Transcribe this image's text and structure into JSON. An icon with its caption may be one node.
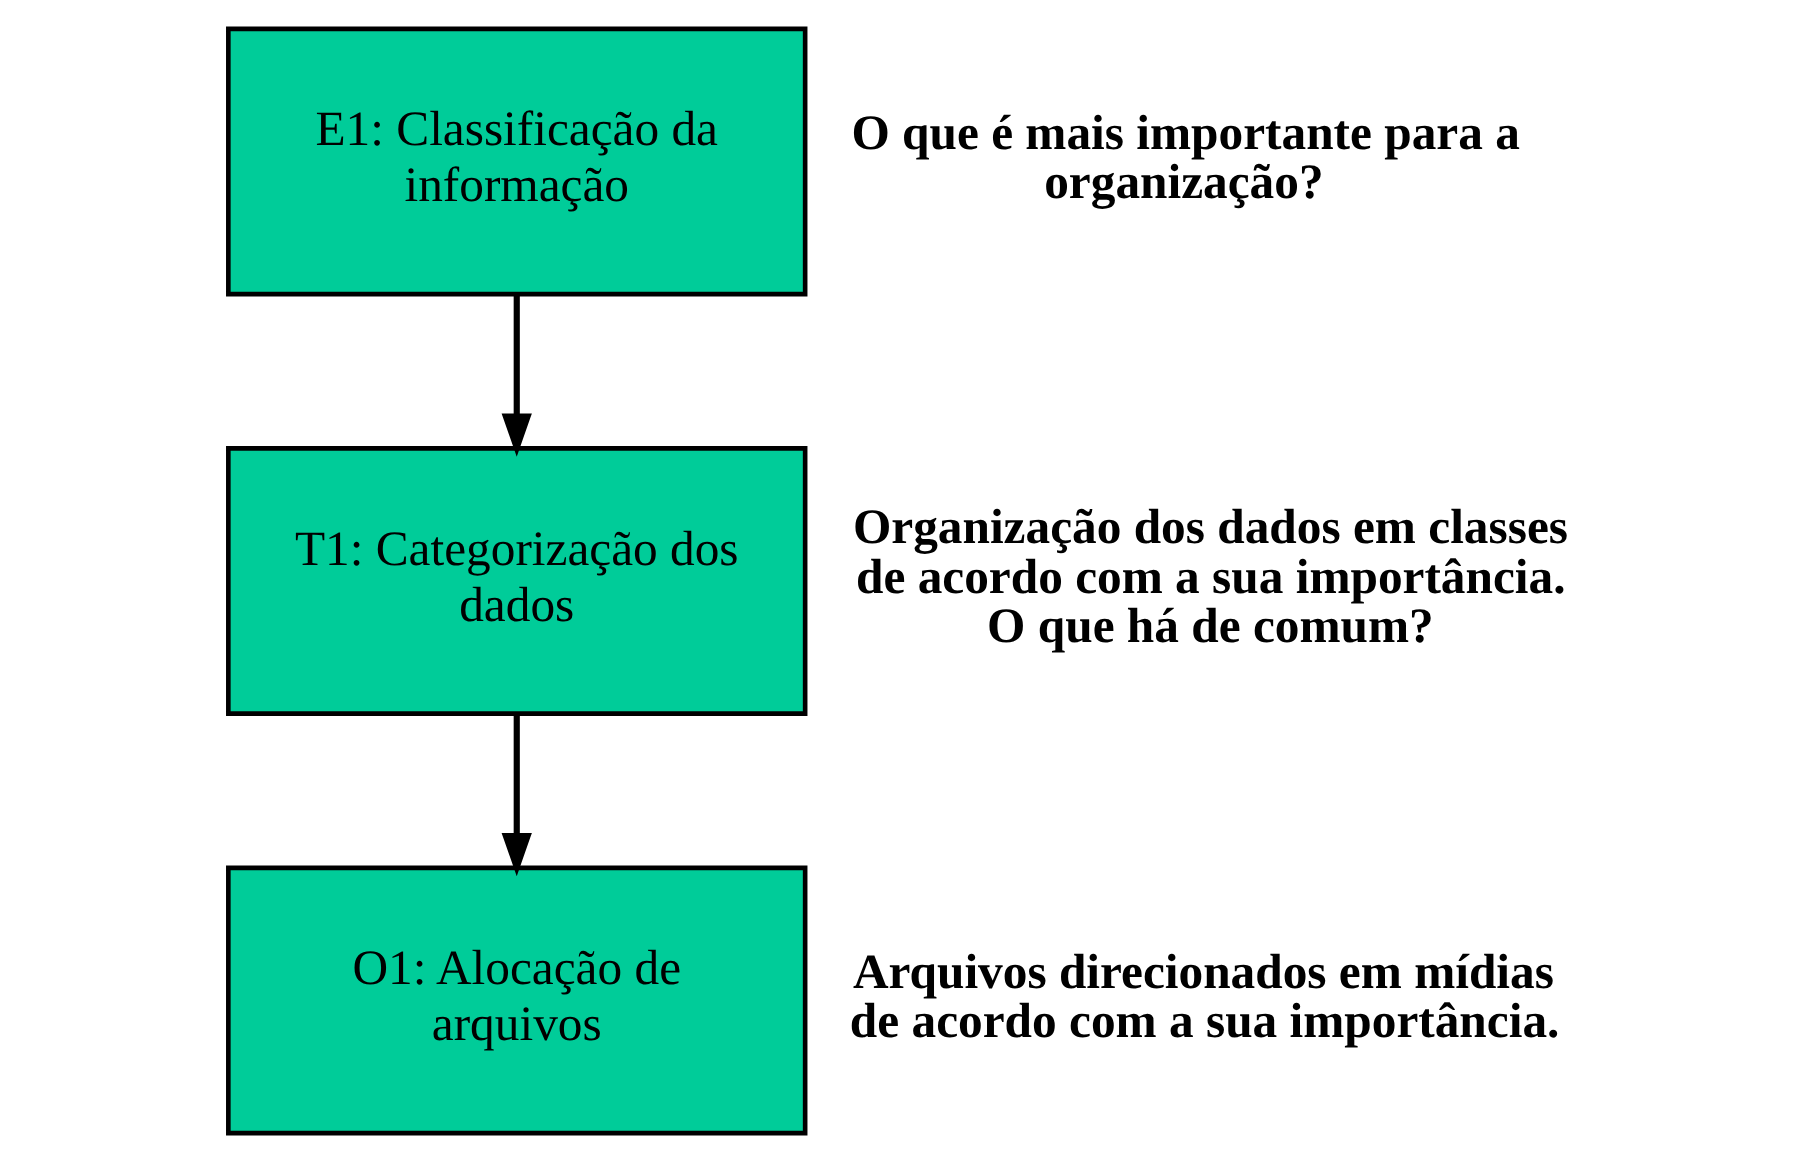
{
  "diagram": {
    "nodes": [
      {
        "text": [
          "E1: Classificação da informação"
        ],
        "beside": [
          "O que é mais importante para a organização?"
        ]
      },
      {
        "text": [
          "T1: Categorização dos dados"
        ],
        "beside": [
          "Organização dos dados em classes de acordo com a sua importância. O que há de comum?"
        ]
      },
      {
        "text": [
          "O1: Alocação de arquivos"
        ],
        "beside": [
          "Arquivos direcionados em mídias de acordo com a sua importância."
        ]
      }
    ],
    "edges": [
      {
        "from": 0,
        "to": 1,
        "arrow": "to"
      },
      {
        "from": 1,
        "to": 2,
        "arrow": "to"
      }
    ]
  }
}
